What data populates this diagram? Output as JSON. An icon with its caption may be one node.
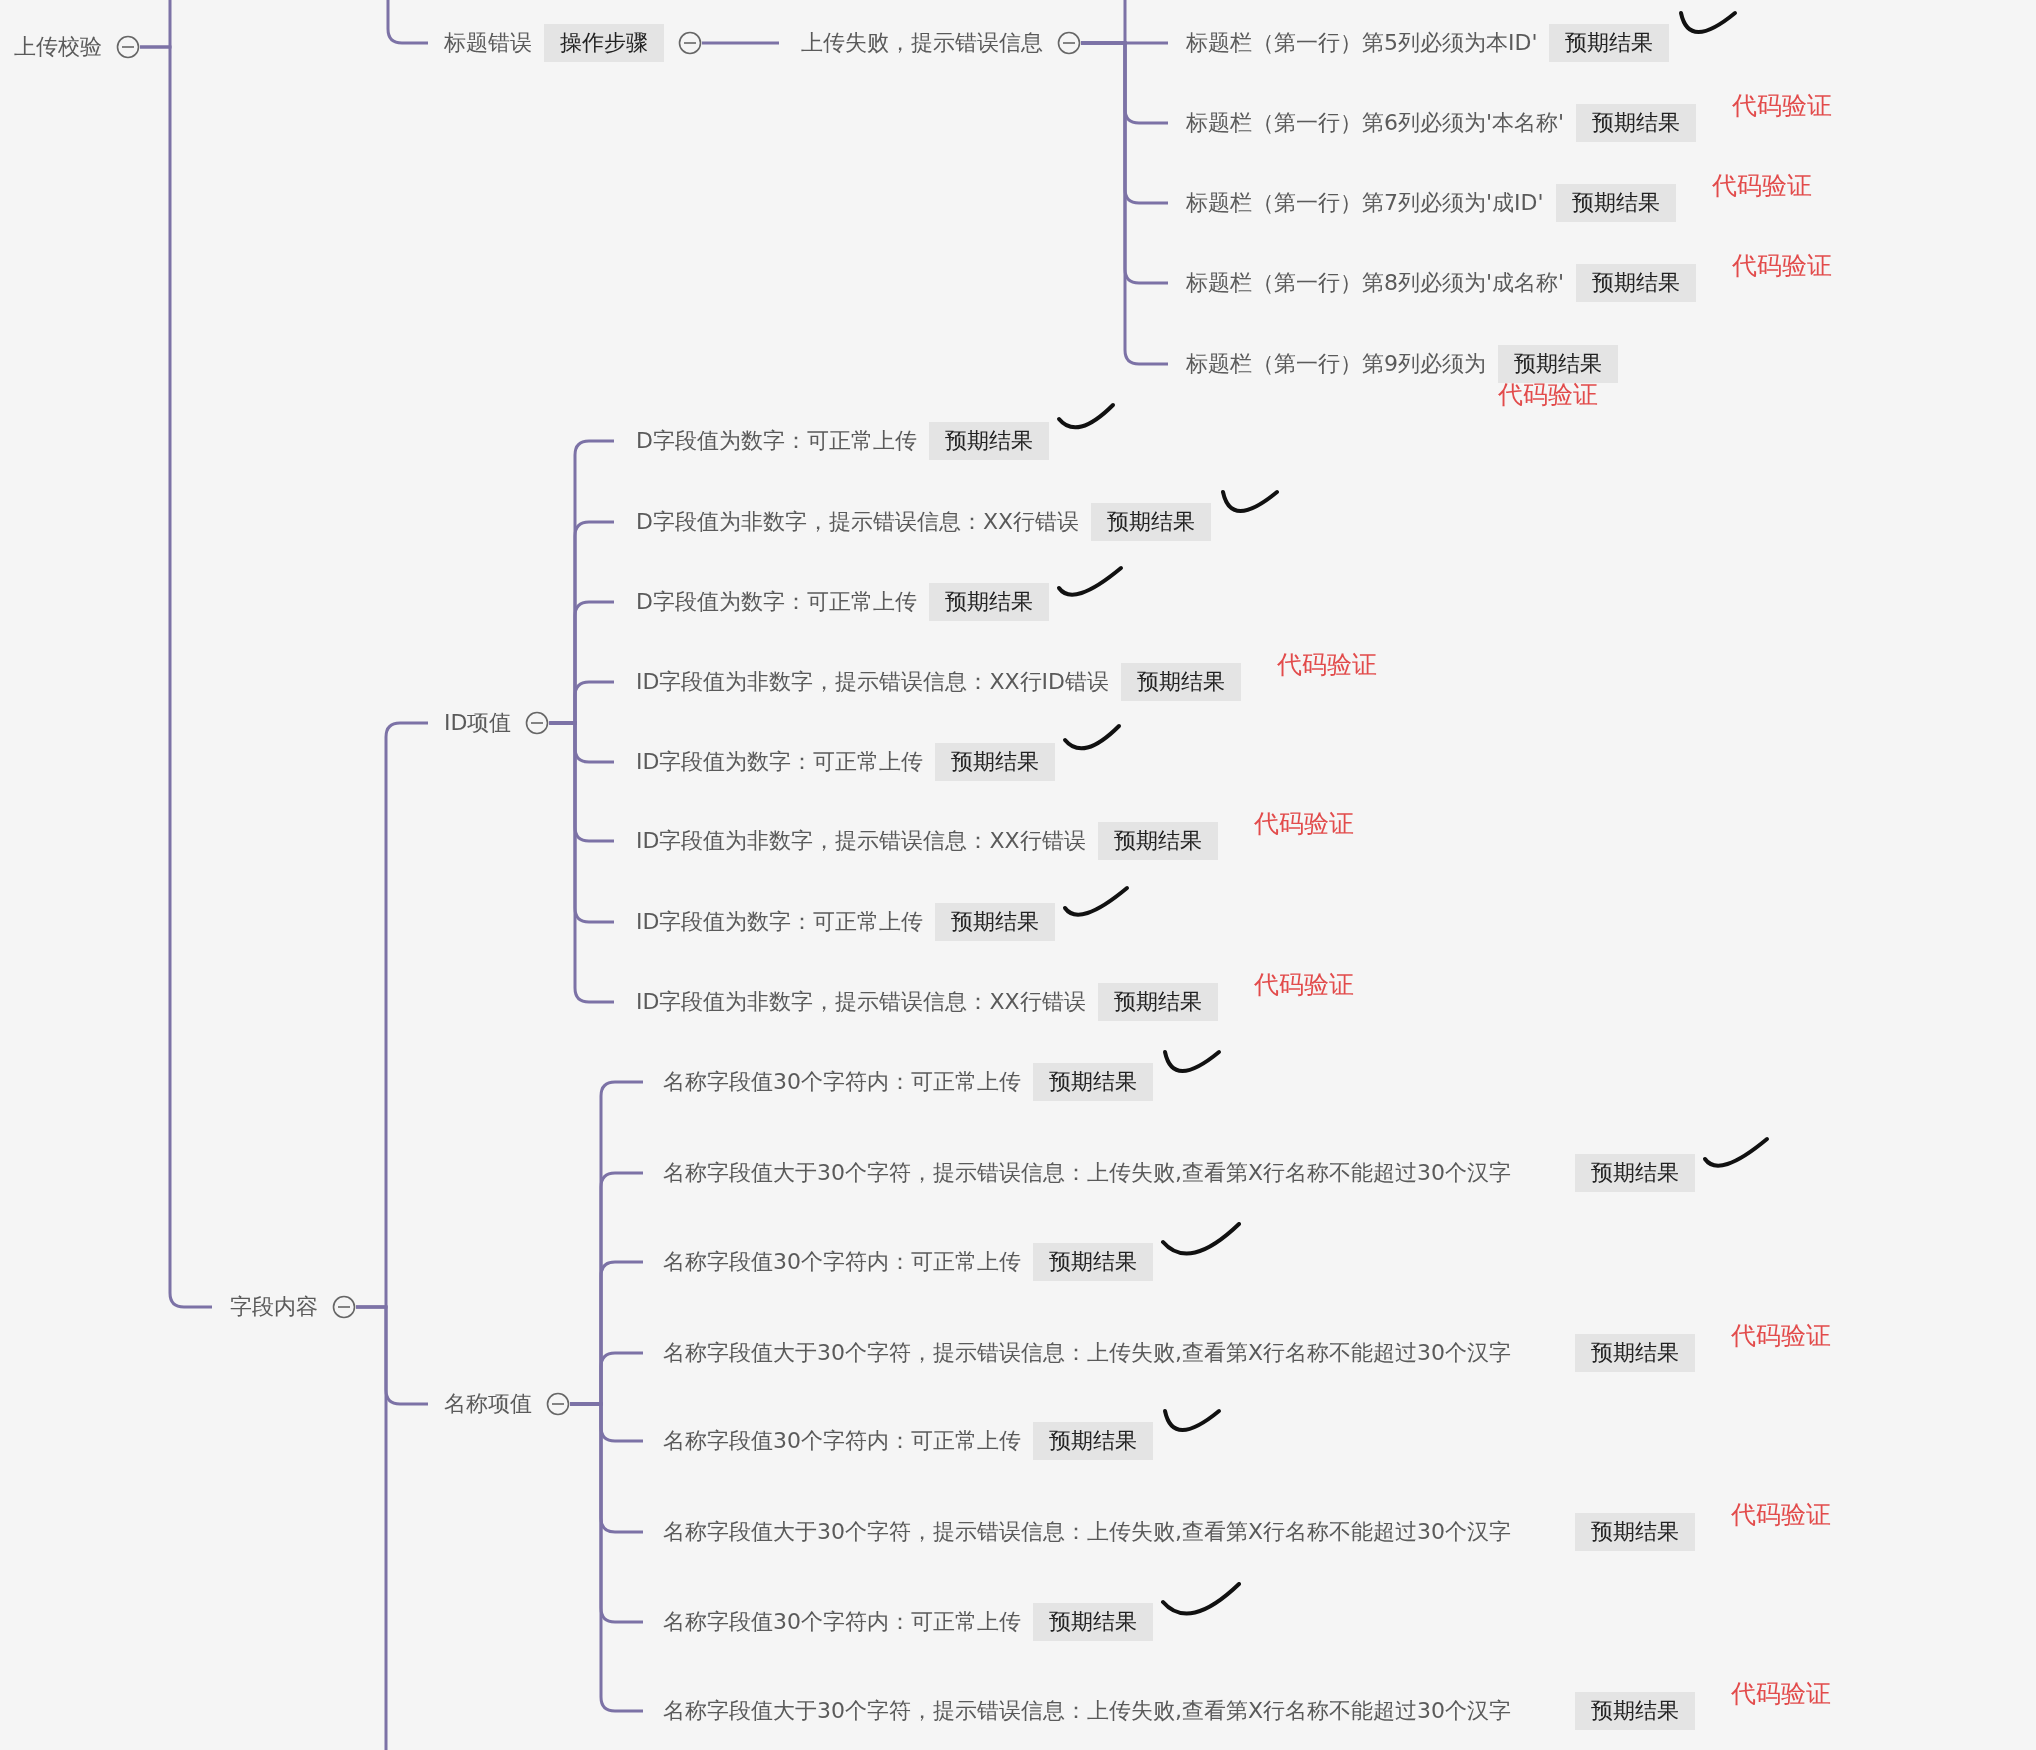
{
  "diagram": {
    "nodes": [
      {
        "text": [
          "上传校验"
        ]
      },
      {
        "text": [
          "标题错误",
          "操作步骤"
        ]
      },
      {
        "text": [
          "上传失败，提示错误信息"
        ]
      },
      {
        "text": [
          "标题栏（第一行）第5列必须为本ID'",
          "预期结果"
        ]
      },
      {
        "text": [
          "标题栏（第一行）第6列必须为'本名称'",
          "预期结果"
        ],
        "beside": [
          "代码验证"
        ]
      },
      {
        "text": [
          "标题栏（第一行）第7列必须为'成ID'",
          "预期结果"
        ],
        "beside": [
          "代码验证"
        ]
      },
      {
        "text": [
          "标题栏（第一行）第8列必须为'成名称'",
          "预期结果"
        ],
        "beside": [
          "代码验证"
        ]
      },
      {
        "text": [
          "标题栏（第一行）第9列必须为",
          "预期结果"
        ],
        "beside": [
          "代码验证"
        ]
      },
      {
        "text": [
          "字段内容"
        ]
      },
      {
        "text": [
          "ID项值"
        ]
      },
      {
        "text": [
          "D字段值为数字：可正常上传",
          "预期结果"
        ]
      },
      {
        "text": [
          "D字段值为非数字，提示错误信息：XX行错误",
          "预期结果"
        ]
      },
      {
        "text": [
          "D字段值为数字：可正常上传",
          "预期结果"
        ]
      },
      {
        "text": [
          "ID字段值为非数字，提示错误信息：XX行ID错误",
          "预期结果"
        ],
        "beside": [
          "代码验证"
        ]
      },
      {
        "text": [
          "ID字段值为数字：可正常上传",
          "预期结果"
        ]
      },
      {
        "text": [
          "ID字段值为非数字，提示错误信息：XX行错误",
          "预期结果"
        ],
        "beside": [
          "代码验证"
        ]
      },
      {
        "text": [
          "ID字段值为数字：可正常上传",
          "预期结果"
        ]
      },
      {
        "text": [
          "ID字段值为非数字，提示错误信息：XX行错误",
          "预期结果"
        ],
        "beside": [
          "代码验证"
        ]
      },
      {
        "text": [
          "名称项值"
        ]
      },
      {
        "text": [
          "名称字段值30个字符内：可正常上传",
          "预期结果"
        ]
      },
      {
        "text": [
          "名称字段值大于30个字符，提示错误信息：上传失败,查看第X行名称不能超过30个汉字",
          "预期结果"
        ]
      },
      {
        "text": [
          "名称字段值30个字符内：可正常上传",
          "预期结果"
        ]
      },
      {
        "text": [
          "名称字段值大于30个字符，提示错误信息：上传失败,查看第X行名称不能超过30个汉字",
          "预期结果"
        ],
        "beside": [
          "代码验证"
        ]
      },
      {
        "text": [
          "名称字段值30个字符内：可正常上传",
          "预期结果"
        ]
      },
      {
        "text": [
          "名称字段值大于30个字符，提示错误信息：上传失败,查看第X行名称不能超过30个汉字",
          "预期结果"
        ],
        "beside": [
          "代码验证"
        ]
      },
      {
        "text": [
          "名称字段值30个字符内：可正常上传",
          "预期结果"
        ]
      },
      {
        "text": [
          "名称字段值大于30个字符，提示错误信息：上传失败,查看第X行名称不能超过30个汉字",
          "预期结果"
        ],
        "beside": [
          "代码验证"
        ]
      }
    ],
    "edges": [
      {
        "from": 0,
        "to": null,
        "arrow": "none"
      },
      {
        "from": 0,
        "to": 8,
        "arrow": "none"
      },
      {
        "from": null,
        "to": 1,
        "arrow": "none"
      },
      {
        "from": 1,
        "to": 2,
        "arrow": "none"
      },
      {
        "from": 2,
        "to": null,
        "arrow": "none"
      },
      {
        "from": 2,
        "to": 3,
        "arrow": "none"
      },
      {
        "from": 2,
        "to": 4,
        "arrow": "none"
      },
      {
        "from": 2,
        "to": 5,
        "arrow": "none"
      },
      {
        "from": 2,
        "to": 6,
        "arrow": "none"
      },
      {
        "from": 2,
        "to": 7,
        "arrow": "none"
      },
      {
        "from": 8,
        "to": 9,
        "arrow": "none"
      },
      {
        "from": 8,
        "to": 18,
        "arrow": "none"
      },
      {
        "from": 8,
        "to": null,
        "arrow": "none"
      },
      {
        "from": 9,
        "to": 10,
        "arrow": "none"
      },
      {
        "from": 9,
        "to": 11,
        "arrow": "none"
      },
      {
        "from": 9,
        "to": 12,
        "arrow": "none"
      },
      {
        "from": 9,
        "to": 13,
        "arrow": "none"
      },
      {
        "from": 9,
        "to": 14,
        "arrow": "none"
      },
      {
        "from": 9,
        "to": 15,
        "arrow": "none"
      },
      {
        "from": 9,
        "to": 16,
        "arrow": "none"
      },
      {
        "from": 9,
        "to": 17,
        "arrow": "none"
      },
      {
        "from": 18,
        "to": 19,
        "arrow": "none"
      },
      {
        "from": 18,
        "to": 20,
        "arrow": "none"
      },
      {
        "from": 18,
        "to": 21,
        "arrow": "none"
      },
      {
        "from": 18,
        "to": 22,
        "arrow": "none"
      },
      {
        "from": 18,
        "to": 23,
        "arrow": "none"
      },
      {
        "from": 18,
        "to": 24,
        "arrow": "none"
      },
      {
        "from": 18,
        "to": 25,
        "arrow": "none"
      },
      {
        "from": 18,
        "to": 26,
        "arrow": "none"
      }
    ]
  }
}
